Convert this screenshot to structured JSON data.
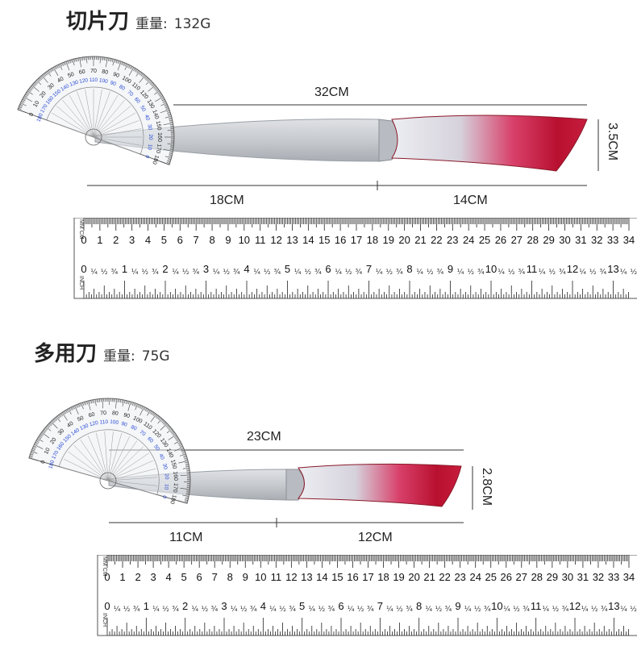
{
  "knife1": {
    "name": "切片刀",
    "weight_label": "重量:",
    "weight": "132G",
    "total_length": "32CM",
    "blade_length": "18CM",
    "handle_length": "14CM",
    "width": "3.5CM"
  },
  "knife2": {
    "name": "多用刀",
    "weight_label": "重量:",
    "weight": "75G",
    "total_length": "23CM",
    "blade_length": "11CM",
    "handle_length": "12CM",
    "width": "2.8CM"
  },
  "ruler": {
    "mm_label": "MM CM",
    "inch_label": "INCH",
    "cm_max": 34,
    "inch_max": 13,
    "fraction_labels": [
      "¼",
      "½",
      "¾"
    ]
  },
  "protractor": {
    "outer_max": 180,
    "step": 10
  },
  "colors": {
    "handle_red": "#c0143c",
    "handle_silver": "#d8dbe0",
    "blade_steel": "#c9ccd1",
    "protractor_blue": "#2a4bd6"
  }
}
